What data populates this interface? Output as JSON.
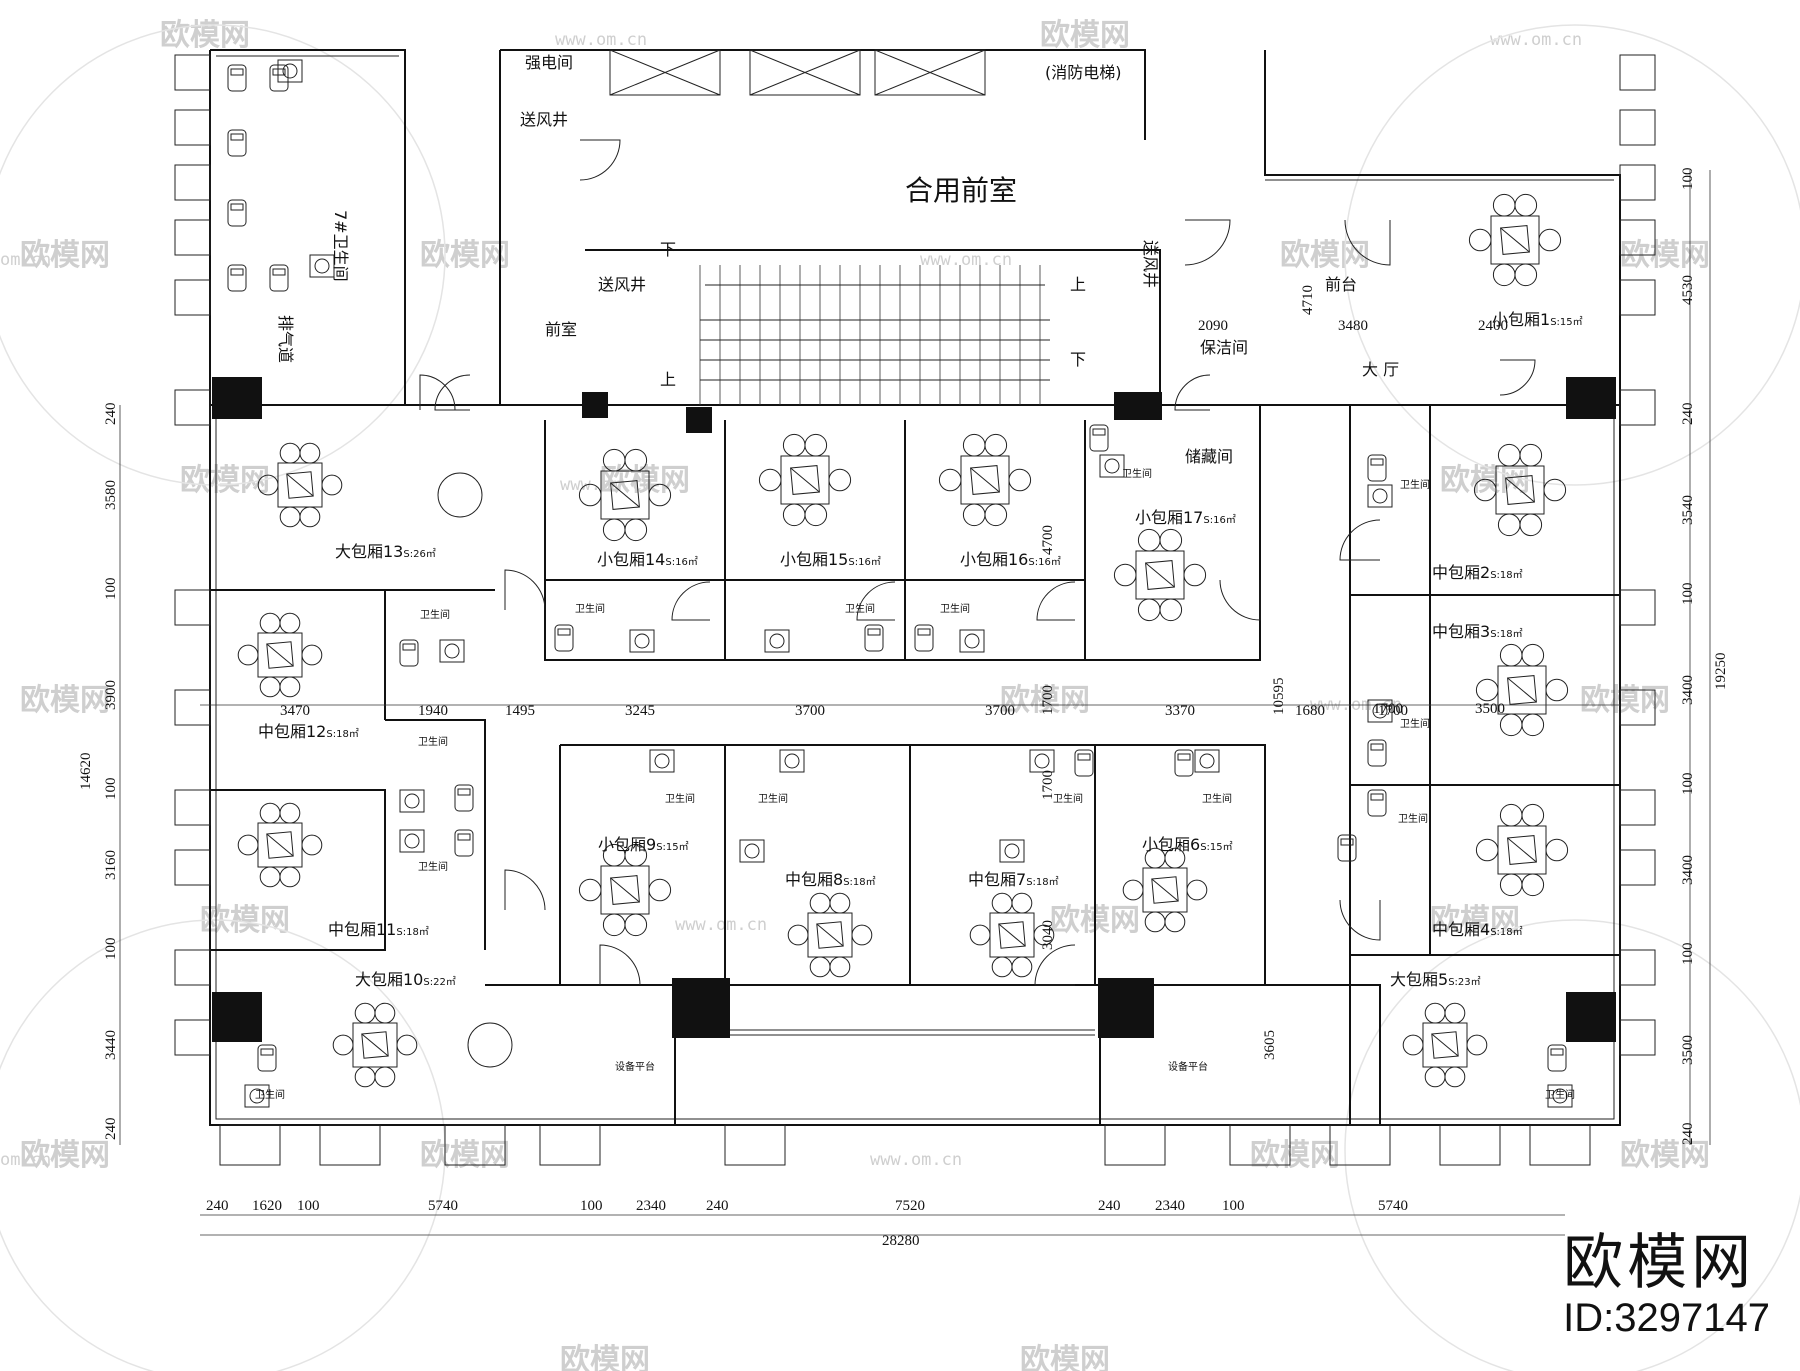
{
  "watermark": {
    "logo_text": "欧模网",
    "url_text": "www.om.cn",
    "side_text": "om.cn"
  },
  "brand": {
    "logo": "欧模网",
    "id": "ID:3297147"
  },
  "labels": {
    "hall_front": "合用前室",
    "strong_elec": "强电间",
    "fire_elevator": "(消防电梯)",
    "air_shaft_top": "送风井",
    "air_shaft_mid": "送风井",
    "air_shaft_right": "送风井",
    "exhaust": "排气道",
    "toilet7": "7#卫生间",
    "front_room": "前室",
    "down1": "下",
    "up1": "上",
    "down2": "下",
    "up2": "上",
    "reception": "前台",
    "lobby": "大 厅",
    "cleaning": "保洁间",
    "storage": "储藏间",
    "equip1": "设备平台",
    "equip2": "设备平台",
    "wc": "卫生间"
  },
  "rooms": [
    {
      "name": "大包厢13",
      "area": "S:26㎡"
    },
    {
      "name": "小包厢14",
      "area": "S:16㎡"
    },
    {
      "name": "小包厢15",
      "area": "S:16㎡"
    },
    {
      "name": "小包厢16",
      "area": "S:16㎡"
    },
    {
      "name": "小包厢17",
      "area": "S:16㎡"
    },
    {
      "name": "小包厢1",
      "area": "S:15㎡"
    },
    {
      "name": "中包厢2",
      "area": "S:18㎡"
    },
    {
      "name": "中包厢3",
      "area": "S:18㎡"
    },
    {
      "name": "中包厢4",
      "area": "S:18㎡"
    },
    {
      "name": "大包厢5",
      "area": "S:23㎡"
    },
    {
      "name": "小包厢6",
      "area": "S:15㎡"
    },
    {
      "name": "中包厢7",
      "area": "S:18㎡"
    },
    {
      "name": "中包厢8",
      "area": "S:18㎡"
    },
    {
      "name": "小包厢9",
      "area": "S:15㎡"
    },
    {
      "name": "大包厢10",
      "area": "S:22㎡"
    },
    {
      "name": "中包厢11",
      "area": "S:18㎡"
    },
    {
      "name": "中包厢12",
      "area": "S:18㎡"
    }
  ],
  "dimensions": {
    "bottom": [
      "240",
      "1620",
      "100",
      "5740",
      "100",
      "2340",
      "240",
      "7520",
      "240",
      "2340",
      "100",
      "5740"
    ],
    "total": "28280",
    "left": [
      "240",
      "3580",
      "100",
      "3900",
      "100",
      "3160",
      "100",
      "3440",
      "240"
    ],
    "left_total": "14620",
    "right": [
      "100",
      "4530",
      "240",
      "3540",
      "100",
      "3400",
      "100",
      "3400",
      "100",
      "3500",
      "240"
    ],
    "right_total": "19250",
    "mid_row": [
      "3470",
      "1940",
      "1495",
      "3245",
      "3700",
      "3700",
      "3370",
      "1680",
      "1700"
    ],
    "inner": [
      "2090",
      "3480",
      "4710",
      "2400",
      "4700",
      "1700",
      "10595",
      "3500",
      "1700",
      "1700",
      "3040",
      "3605"
    ]
  }
}
